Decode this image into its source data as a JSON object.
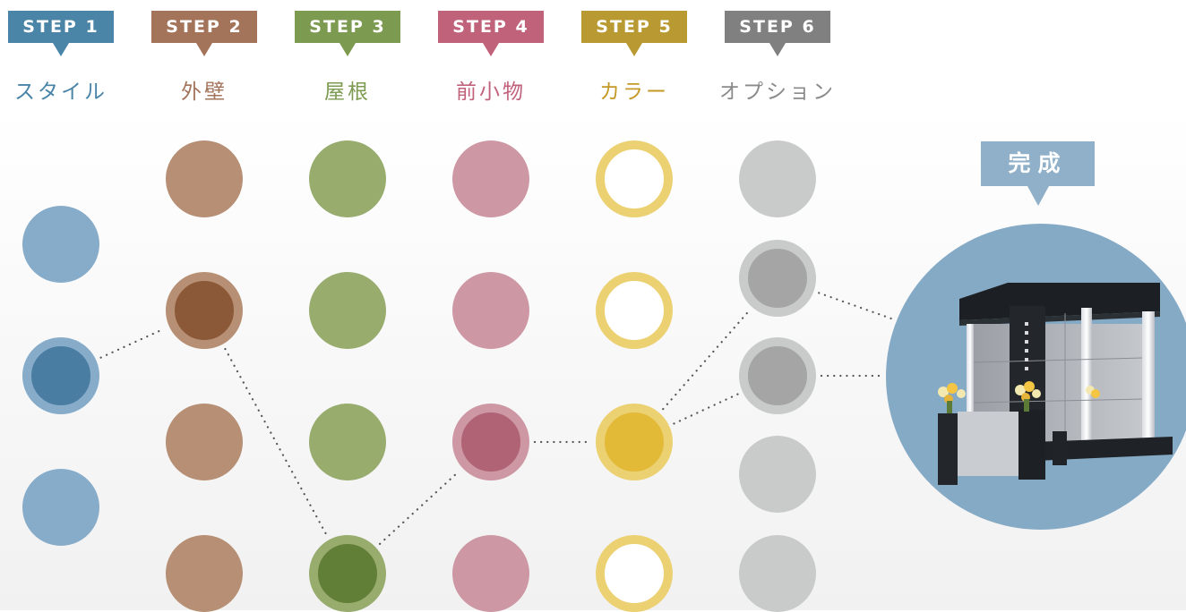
{
  "colors": {
    "style": "#4a7fa6",
    "wall": "#a57557",
    "roof": "#7d9a51",
    "small": "#c0627a",
    "color": "#c49a27",
    "option": "#808080",
    "finish": "#8fb0c8",
    "result_bg": "#85aac6"
  },
  "steps": [
    {
      "badge": "STEP 1",
      "label": "スタイル",
      "badge_color": "#4a85a8",
      "label_color": "#4a85a8",
      "dot_color": "#87acc9",
      "dot_selected": "#4a7da2",
      "ring_color": "#87acc9",
      "options": 3,
      "selected": 1,
      "style": "filled"
    },
    {
      "badge": "STEP 2",
      "label": "外壁",
      "badge_color": "#a3735a",
      "label_color": "#a3735a",
      "dot_color": "#b68f74",
      "dot_selected": "#8b5937",
      "ring_color": "#b68f74",
      "options": 4,
      "selected": 1,
      "style": "filled"
    },
    {
      "badge": "STEP 3",
      "label": "屋根",
      "badge_color": "#7d9a51",
      "label_color": "#7d9a51",
      "dot_color": "#98ac6e",
      "dot_selected": "#627f37",
      "ring_color": "#98ac6e",
      "options": 4,
      "selected": 3,
      "style": "filled"
    },
    {
      "badge": "STEP 4",
      "label": "前小物",
      "badge_color": "#c0627a",
      "label_color": "#c0627a",
      "dot_color": "#cd97a4",
      "dot_selected": "#b16376",
      "ring_color": "#cd97a4",
      "options": 4,
      "selected": 2,
      "style": "filled"
    },
    {
      "badge": "STEP 5",
      "label": "カラー",
      "badge_color": "#b99a32",
      "label_color": "#c49a27",
      "dot_color": "#ecd172",
      "dot_selected": "#e3ba38",
      "ring_color": "#ecd172",
      "options": 4,
      "selected": 2,
      "style": "ring"
    },
    {
      "badge": "STEP 6",
      "label": "オプション",
      "badge_color": "#808080",
      "label_color": "#8a8a8a",
      "dot_color": "#c9cbca",
      "dot_selected": "#a5a5a5",
      "ring_color": "#c9cbca",
      "options": 5,
      "selected": [
        1,
        2
      ],
      "style": "filled"
    }
  ],
  "finish": {
    "label": "完成"
  },
  "result_image": {
    "icon": "mausoleum-icon"
  }
}
